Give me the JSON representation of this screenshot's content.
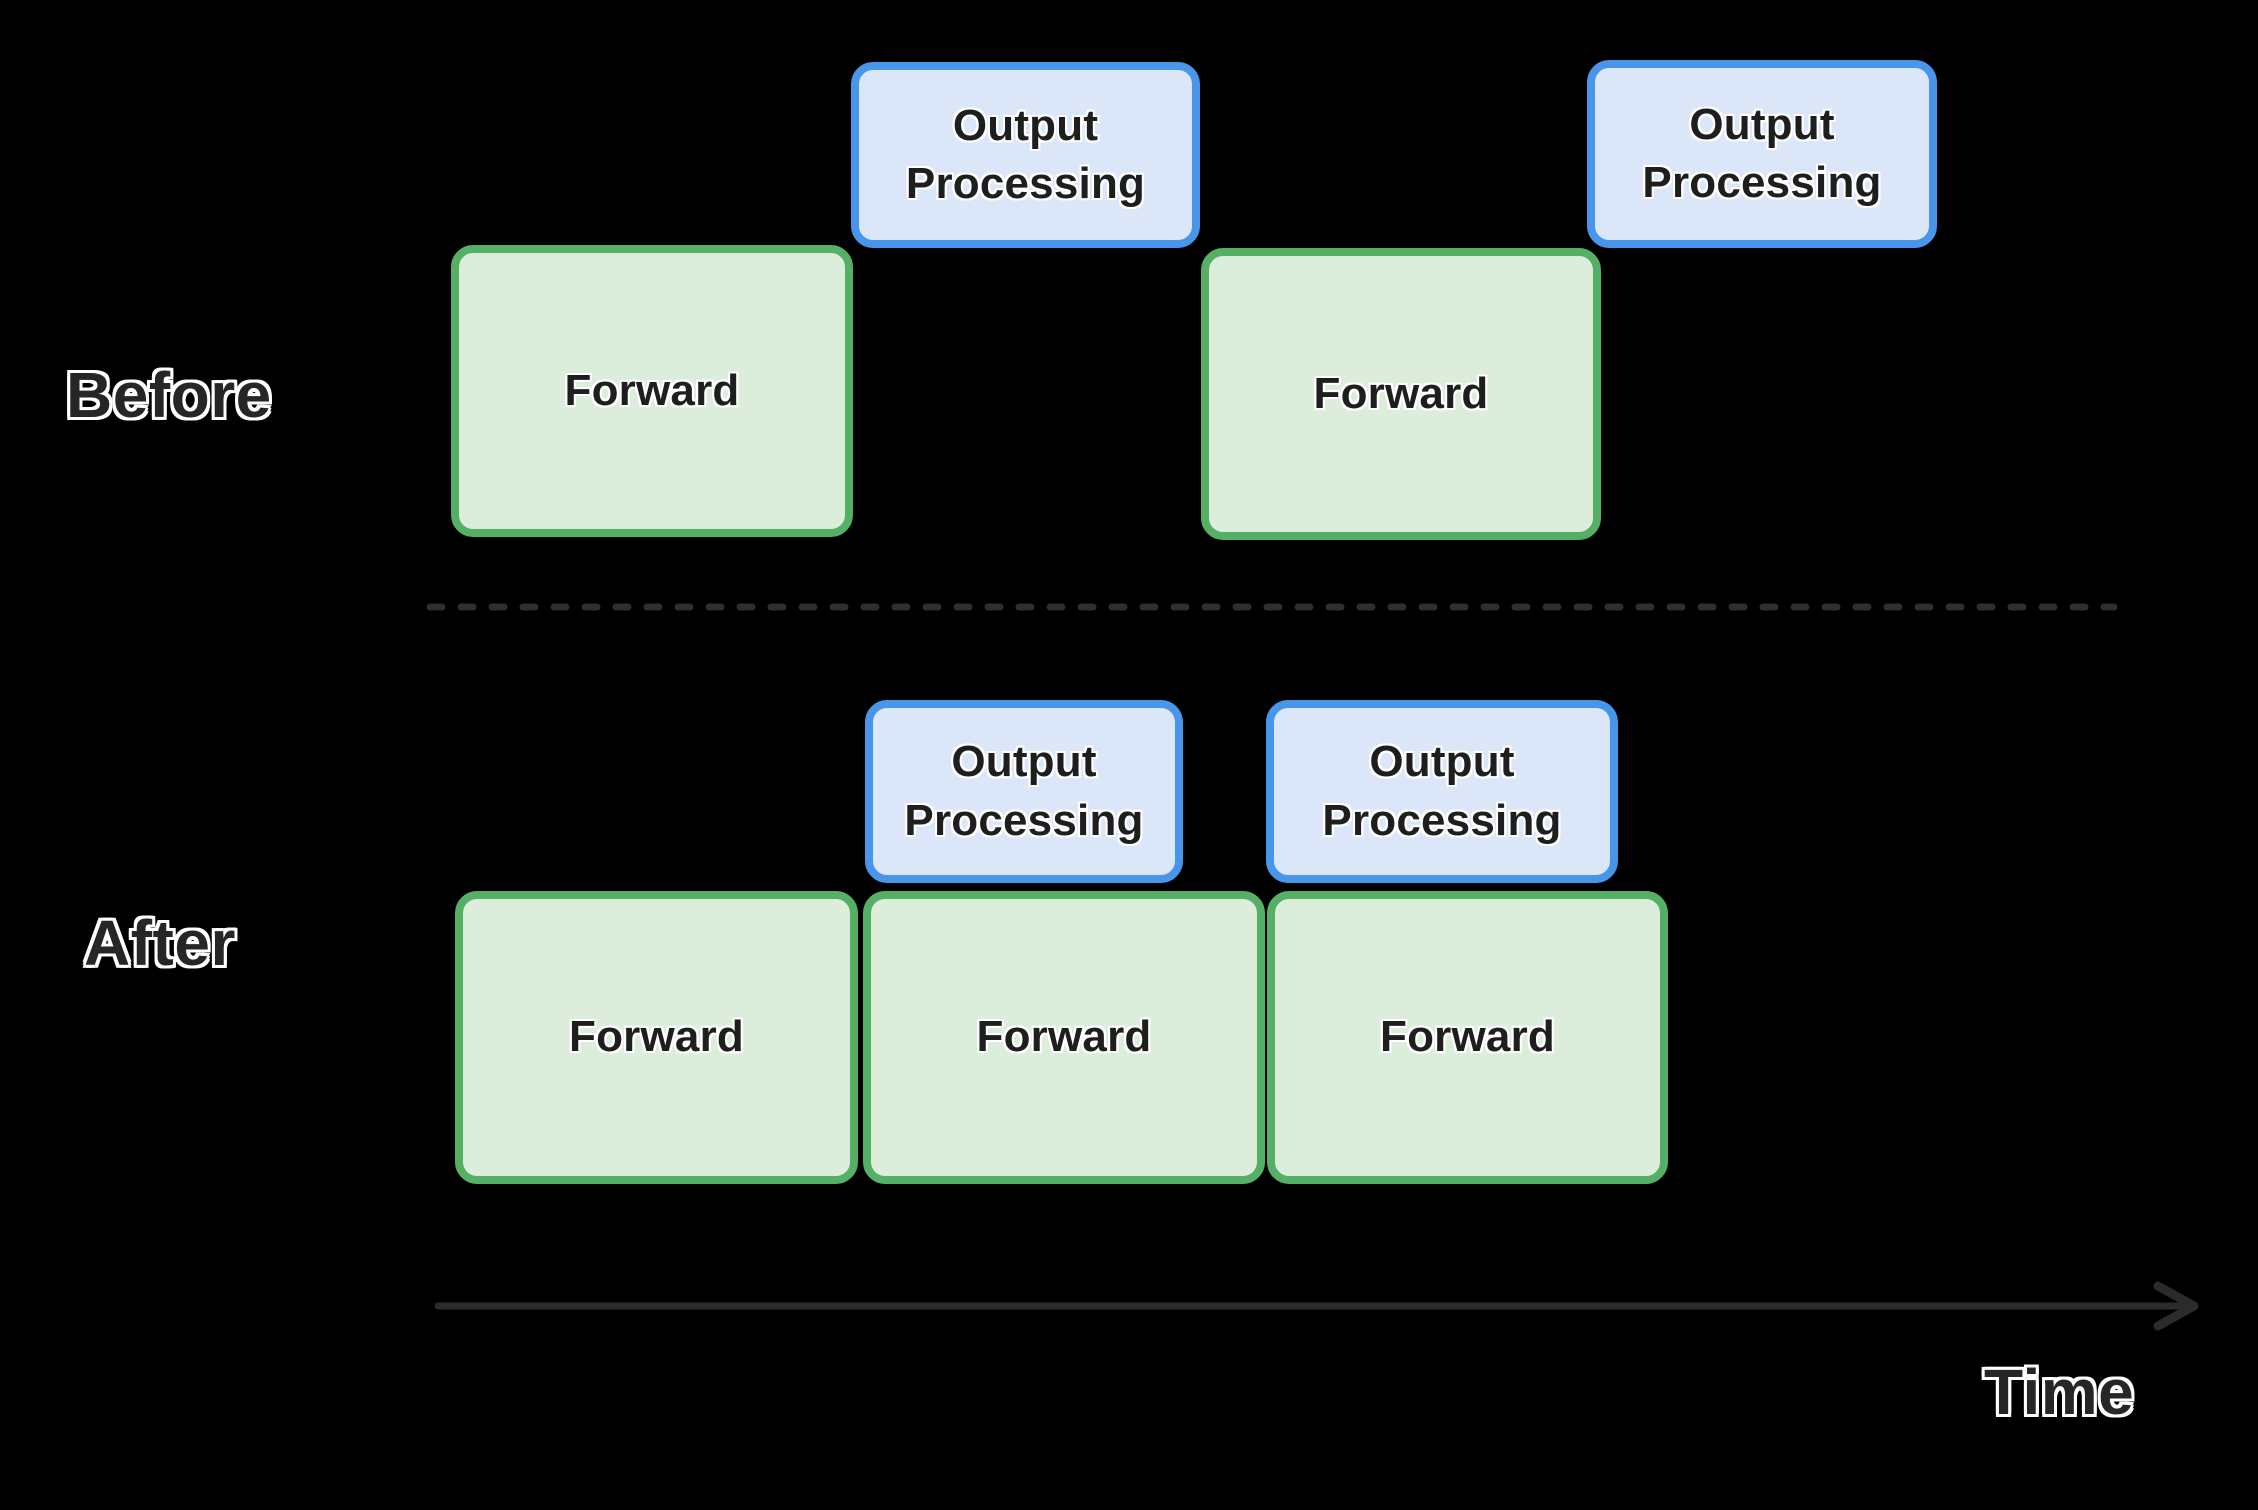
{
  "sections": {
    "before": {
      "label": "Before"
    },
    "after": {
      "label": "After"
    }
  },
  "axis": {
    "label": "Time"
  },
  "box_labels": {
    "forward": "Forward",
    "output_processing": "Output Processing"
  },
  "colors": {
    "background": "#000000",
    "forward_fill": "#ddeddb",
    "forward_border": "#55b065",
    "output_fill": "#dbe7f8",
    "output_border": "#4896ea",
    "box_text": "#1e1e1e",
    "section_label_text": "#262626",
    "divider_dash": "#2e2e2e",
    "time_axis": "#2b2b2b"
  },
  "diagram": {
    "type": "timeline-comparison",
    "before_sequence": [
      "Forward",
      "Output Processing",
      "Forward",
      "Output Processing"
    ],
    "after_forward_sequence": [
      "Forward",
      "Forward",
      "Forward"
    ],
    "after_overlapped_output": [
      "Output Processing",
      "Output Processing"
    ],
    "x_axis_label": "Time"
  }
}
